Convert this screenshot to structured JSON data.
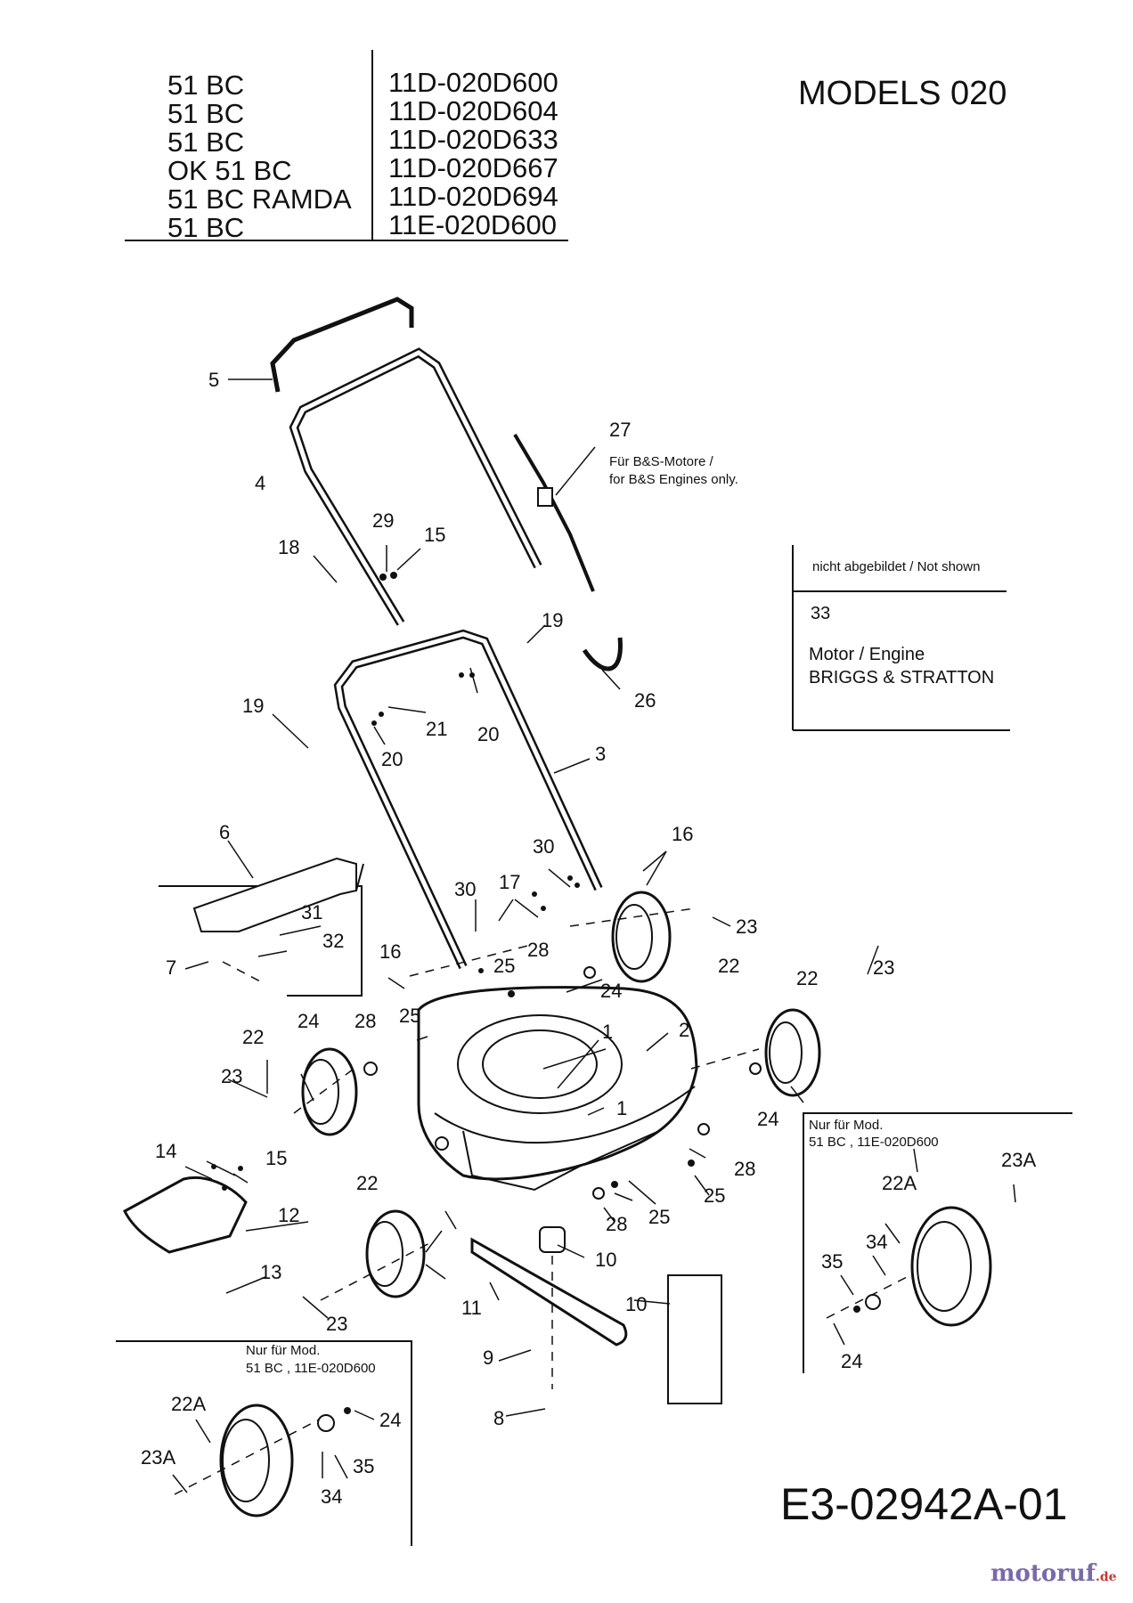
{
  "models_table": {
    "rows": [
      {
        "model": "51 BC",
        "code": "11D-020D600"
      },
      {
        "model": "51 BC",
        "code": "11D-020D604"
      },
      {
        "model": "51 BC",
        "code": "11D-020D633"
      },
      {
        "model": "OK 51 BC",
        "code": "11D-020D667"
      },
      {
        "model": "51 BC RAMDA",
        "code": "11D-020D694"
      },
      {
        "model": "51 BC",
        "code": "11E-020D600"
      }
    ]
  },
  "title": "MODELS 020",
  "engine_note": {
    "line1": "Für B&S-Motore /",
    "line2": "for B&S Engines only."
  },
  "not_shown_box": {
    "header": "nicht abgebildet / Not shown",
    "part_no": "33",
    "line1": "Motor / Engine",
    "line2": "BRIGGS & STRATTON"
  },
  "inset_right": {
    "line1": "Nur für Mod.",
    "line2": "51 BC   , 11E-020D600"
  },
  "inset_left": {
    "line1": "Nur für Mod.",
    "line2": "51 BC   , 11E-020D600"
  },
  "drawing_code": "E3-02942A-01",
  "watermark": {
    "main": "motoruf",
    "suffix": ".de"
  },
  "callouts": [
    "5",
    "4",
    "27",
    "29",
    "15",
    "18",
    "19",
    "26",
    "19",
    "21",
    "20",
    "20",
    "3",
    "6",
    "16",
    "30",
    "31",
    "32",
    "30",
    "17",
    "7",
    "16",
    "28",
    "25",
    "23",
    "22",
    "24",
    "28",
    "25",
    "2",
    "23",
    "22",
    "1",
    "1",
    "22",
    "24",
    "23",
    "14",
    "15",
    "24",
    "22",
    "28",
    "25",
    "28",
    "25",
    "12",
    "10",
    "13",
    "11",
    "10",
    "23",
    "9",
    "8",
    "22A",
    "23A",
    "34",
    "35",
    "24",
    "22A",
    "23A",
    "35",
    "34",
    "24"
  ]
}
